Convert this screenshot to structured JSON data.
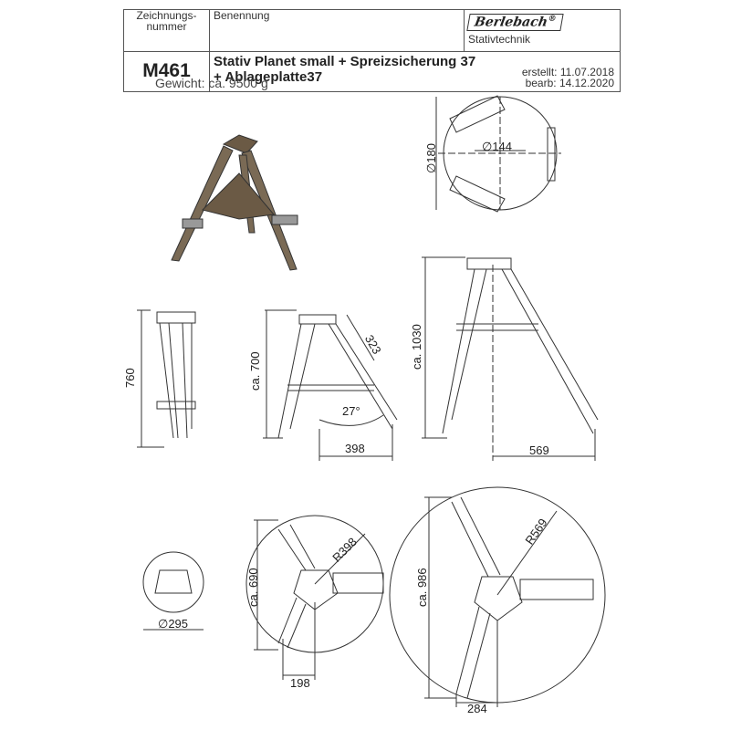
{
  "header": {
    "drawing_number_label": "Zeichnungs-\nnummer",
    "drawing_number_label_1": "Zeichnungs-",
    "drawing_number_label_2": "nummer",
    "name_label": "Benennung",
    "brand": "Berlebach",
    "brand_mark": "®",
    "brand_sub": "Stativtechnik",
    "drawing_number": "M461",
    "title_line1": "Stativ Planet small + Spreizsicherung 37",
    "title_line2": "+ Ablageplatte37",
    "created": "erstellt: 11.07.2018",
    "edited": "bearb: 14.12.2020"
  },
  "weight": "Gewicht: ca. 9500 g",
  "dimensions": {
    "d180": "∅180",
    "d144": "∅144",
    "h760": "760",
    "h700": "ca. 700",
    "l323": "323",
    "a27": "27°",
    "w398": "398",
    "h1030": "ca. 1030",
    "w569": "569",
    "h690": "ca. 690",
    "r398": "R398",
    "d295": "∅295",
    "w198": "198",
    "h986": "ca. 986",
    "r569": "R569",
    "w284": "284"
  }
}
